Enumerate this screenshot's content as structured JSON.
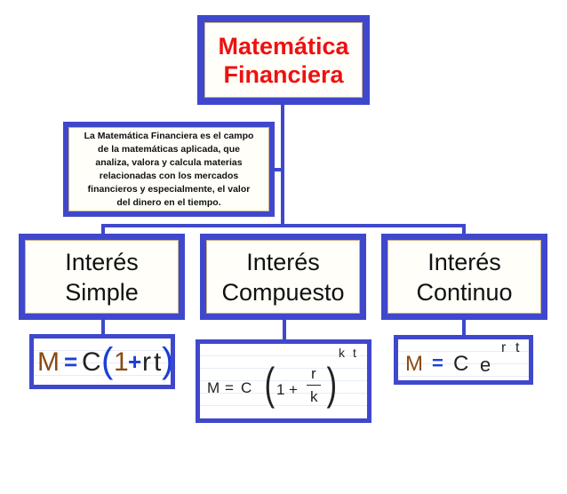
{
  "root": {
    "line1": "Matemática",
    "line2": "Financiera"
  },
  "description": {
    "lines": [
      "La Matemática Financiera es el campo",
      "de la matemáticas aplicada, que",
      "analiza, valora y calcula materias",
      "relacionadas con los mercados",
      "financieros y especialmente, el valor",
      "del dinero en el tiempo."
    ]
  },
  "nodes": [
    {
      "line1": "Interés",
      "line2": "Simple"
    },
    {
      "line1": "Interés",
      "line2": "Compuesto"
    },
    {
      "line1": "Interés",
      "line2": "Continuo"
    }
  ],
  "formulas": {
    "simple": {
      "M": "M",
      "eq": "=",
      "C": "C",
      "lparen": "(",
      "one": "1",
      "plus": "+",
      "r": "r",
      "t": "t",
      "rparen": ")"
    },
    "compuesto": {
      "M": "M",
      "eq": "=",
      "C": "C",
      "lparen": "(",
      "one": "1",
      "plus": "+",
      "num": "r",
      "den": "k",
      "rparen": ")",
      "exp_k": "k",
      "exp_t": "t"
    },
    "continuo": {
      "M": "M",
      "eq": "=",
      "C": "C",
      "e": "e",
      "exp_r": "r",
      "exp_t": "t"
    }
  },
  "colors": {
    "connector": "#3f48cc",
    "title": "#ee1111",
    "plus_blue": "#1a3fd8",
    "M_brown": "#8a4a12"
  }
}
